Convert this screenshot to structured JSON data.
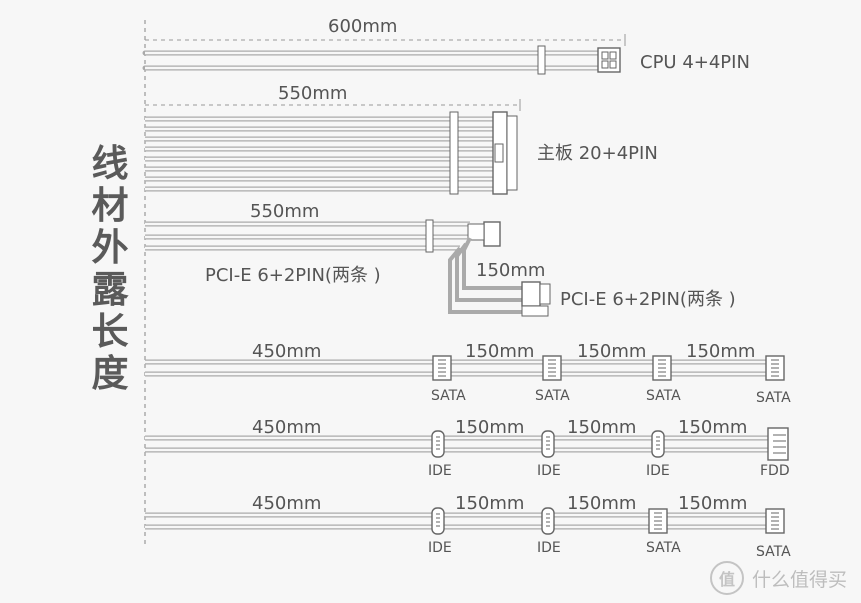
{
  "title_chars": [
    "线",
    "材",
    "外",
    "露",
    "长",
    "度"
  ],
  "cables": {
    "cpu": {
      "length": "600mm",
      "label": "CPU 4+4PIN"
    },
    "mb": {
      "length": "550mm",
      "label": "主板 20+4PIN"
    },
    "pcie": {
      "length": "550mm",
      "label1": "PCI-E 6+2PIN(两条 )",
      "branch_length": "150mm",
      "label2": "PCI-E 6+2PIN(两条 )"
    },
    "sata_row": {
      "length": "450mm",
      "seg1": "150mm",
      "seg2": "150mm",
      "seg3": "150mm",
      "c1": "SATA",
      "c2": "SATA",
      "c3": "SATA",
      "c4": "SATA"
    },
    "ide_fdd_row": {
      "length": "450mm",
      "seg1": "150mm",
      "seg2": "150mm",
      "seg3": "150mm",
      "c1": "IDE",
      "c2": "IDE",
      "c3": "IDE",
      "c4": "FDD"
    },
    "ide_sata_row": {
      "length": "450mm",
      "seg1": "150mm",
      "seg2": "150mm",
      "seg3": "150mm",
      "c1": "IDE",
      "c2": "IDE",
      "c3": "SATA",
      "c4": "SATA"
    }
  },
  "watermark": {
    "icon": "值",
    "text": "什么值得买"
  }
}
